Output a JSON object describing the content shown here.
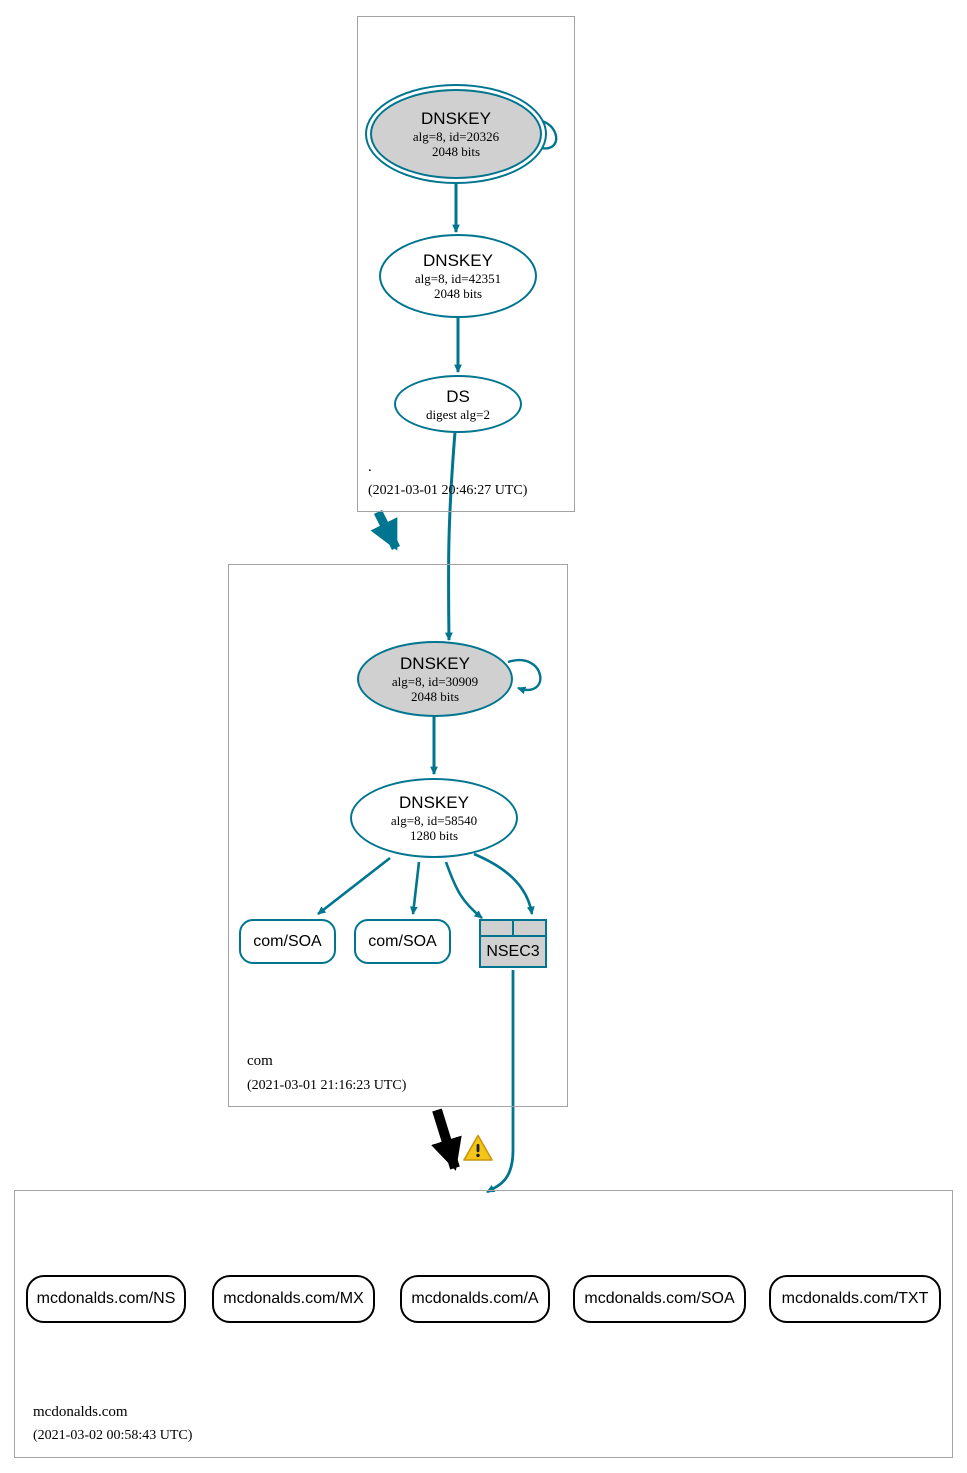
{
  "diagram": {
    "type": "dnssec-authentication-chain",
    "colors": {
      "secure_edge": "#00758f",
      "insecure_edge": "#000000",
      "zone_border": "#a3a3a3",
      "ksk_fill": "#d0d0d0",
      "warning_fill": "#f5c518",
      "background": "#ffffff"
    }
  },
  "zones": [
    {
      "id": "root",
      "name": ".",
      "timestamp": "(2021-03-01 20:46:27 UTC)",
      "nodes": [
        {
          "id": "root-ksk",
          "kind": "DNSKEY",
          "title": "DNSKEY",
          "line2": "alg=8, id=20326",
          "line3": "2048 bits",
          "alg": 8,
          "key_id": 20326,
          "key_size": "2048 bits",
          "role": "KSK",
          "self_signed": true,
          "trust_anchor": true
        },
        {
          "id": "root-zsk",
          "kind": "DNSKEY",
          "title": "DNSKEY",
          "line2": "alg=8, id=42351",
          "line3": "2048 bits",
          "alg": 8,
          "key_id": 42351,
          "key_size": "2048 bits",
          "role": "ZSK",
          "self_signed": false,
          "trust_anchor": false
        },
        {
          "id": "root-ds",
          "kind": "DS",
          "title": "DS",
          "line2": "digest alg=2",
          "line3": "",
          "digest_alg": 2
        }
      ]
    },
    {
      "id": "com",
      "name": "com",
      "timestamp": "(2021-03-01 21:16:23 UTC)",
      "nodes": [
        {
          "id": "com-ksk",
          "kind": "DNSKEY",
          "title": "DNSKEY",
          "line2": "alg=8, id=30909",
          "line3": "2048 bits",
          "alg": 8,
          "key_id": 30909,
          "key_size": "2048 bits",
          "role": "KSK",
          "self_signed": true,
          "trust_anchor": false
        },
        {
          "id": "com-zsk",
          "kind": "DNSKEY",
          "title": "DNSKEY",
          "line2": "alg=8, id=58540",
          "line3": "1280 bits",
          "alg": 8,
          "key_id": 58540,
          "key_size": "1280 bits",
          "role": "ZSK",
          "self_signed": false,
          "trust_anchor": false
        }
      ],
      "rrsets": [
        {
          "id": "com-soa-1",
          "label": "com/SOA",
          "secure": true
        },
        {
          "id": "com-soa-2",
          "label": "com/SOA",
          "secure": true
        }
      ],
      "nsec": {
        "id": "com-nsec3",
        "label": "NSEC3",
        "cells": 2
      }
    },
    {
      "id": "mcdonalds",
      "name": "mcdonalds.com",
      "timestamp": "(2021-03-02 00:58:43 UTC)",
      "rrsets": [
        {
          "id": "mcd-ns",
          "label": "mcdonalds.com/NS",
          "secure": false
        },
        {
          "id": "mcd-mx",
          "label": "mcdonalds.com/MX",
          "secure": false
        },
        {
          "id": "mcd-a",
          "label": "mcdonalds.com/A",
          "secure": false
        },
        {
          "id": "mcd-soa",
          "label": "mcdonalds.com/SOA",
          "secure": false
        },
        {
          "id": "mcd-txt",
          "label": "mcdonalds.com/TXT",
          "secure": false
        }
      ]
    }
  ],
  "delegations": [
    {
      "from": "root",
      "to": "com",
      "status": "secure"
    },
    {
      "from": "com",
      "to": "mcdonalds.com",
      "status": "insecure"
    }
  ],
  "warning": {
    "icon": "warning-triangle-icon",
    "glyph": "!"
  }
}
